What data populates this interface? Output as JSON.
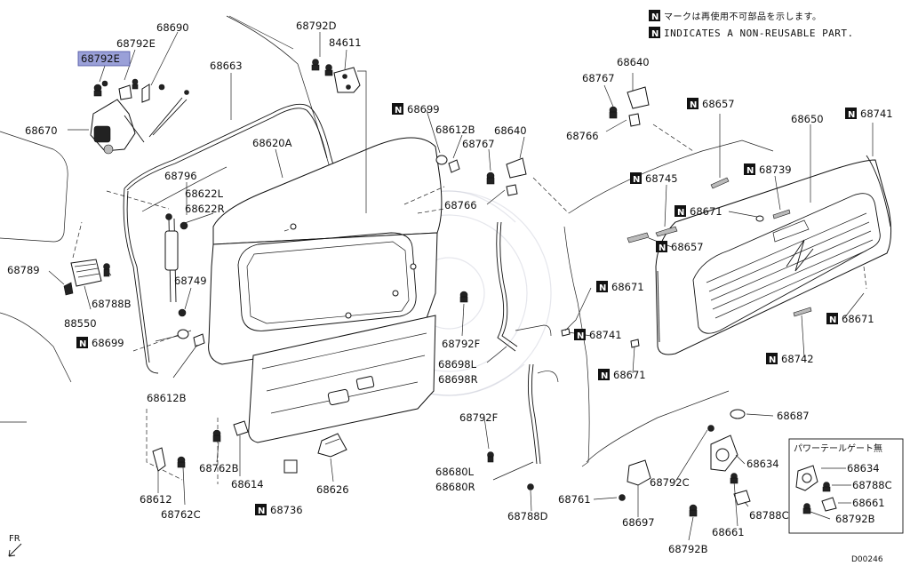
{
  "legend": {
    "jp_text": "マークは再使用不可部品を示します。",
    "en_text": "INDICATES A NON-REUSABLE PART.",
    "badge": "N"
  },
  "highlighted_part": "68792E",
  "inset": {
    "title": "パワーテールゲート無"
  },
  "labels": {
    "p68690": "68690",
    "p68792E_top": "68792E",
    "p68792E_hl": "68792E",
    "p68792D": "68792D",
    "p84611": "84611",
    "p68663": "68663",
    "p68670": "68670",
    "p68620A": "68620A",
    "p68699_top": "68699",
    "p68612B_top": "68612B",
    "p68640_mid": "68640",
    "p68767_mid": "68767",
    "p68766_mid": "68766",
    "p68796": "68796",
    "p68622L": "68622L",
    "p68622R": "68622R",
    "p68789": "68789",
    "p68788B": "68788B",
    "p88550": "88550",
    "p68749": "68749",
    "p68699_bot": "68699",
    "p68612B_bot": "68612B",
    "p68612": "68612",
    "p68762C": "68762C",
    "p68762B": "68762B",
    "p68614": "68614",
    "p68736": "68736",
    "p68626": "68626",
    "p68792F_a": "68792F",
    "p68698L": "68698L",
    "p68698R": "68698R",
    "p68792F_b": "68792F",
    "p68680L": "68680L",
    "p68680R": "68680R",
    "p68788D": "68788D",
    "p68761": "68761",
    "p68697": "68697",
    "p68792C": "68792C",
    "p68792B_main": "68792B",
    "p68661_main": "68661",
    "p68788C_main": "68788C",
    "p68634_main": "68634",
    "p68687": "68687",
    "p68640_top": "68640",
    "p68767_top": "68767",
    "p68766_top": "68766",
    "p68657_top": "68657",
    "p68650": "68650",
    "p68741_top": "68741",
    "p68739": "68739",
    "p68745": "68745",
    "p68671_a": "68671",
    "p68657_mid": "68657",
    "p68671_b": "68671",
    "p68741_mid": "68741",
    "p68671_c": "68671",
    "p68671_d": "68671",
    "p68742": "68742",
    "ins68634": "68634",
    "ins68788C": "68788C",
    "ins68661": "68661",
    "ins68792B": "68792B",
    "fr": "FR",
    "code": "D00246"
  }
}
